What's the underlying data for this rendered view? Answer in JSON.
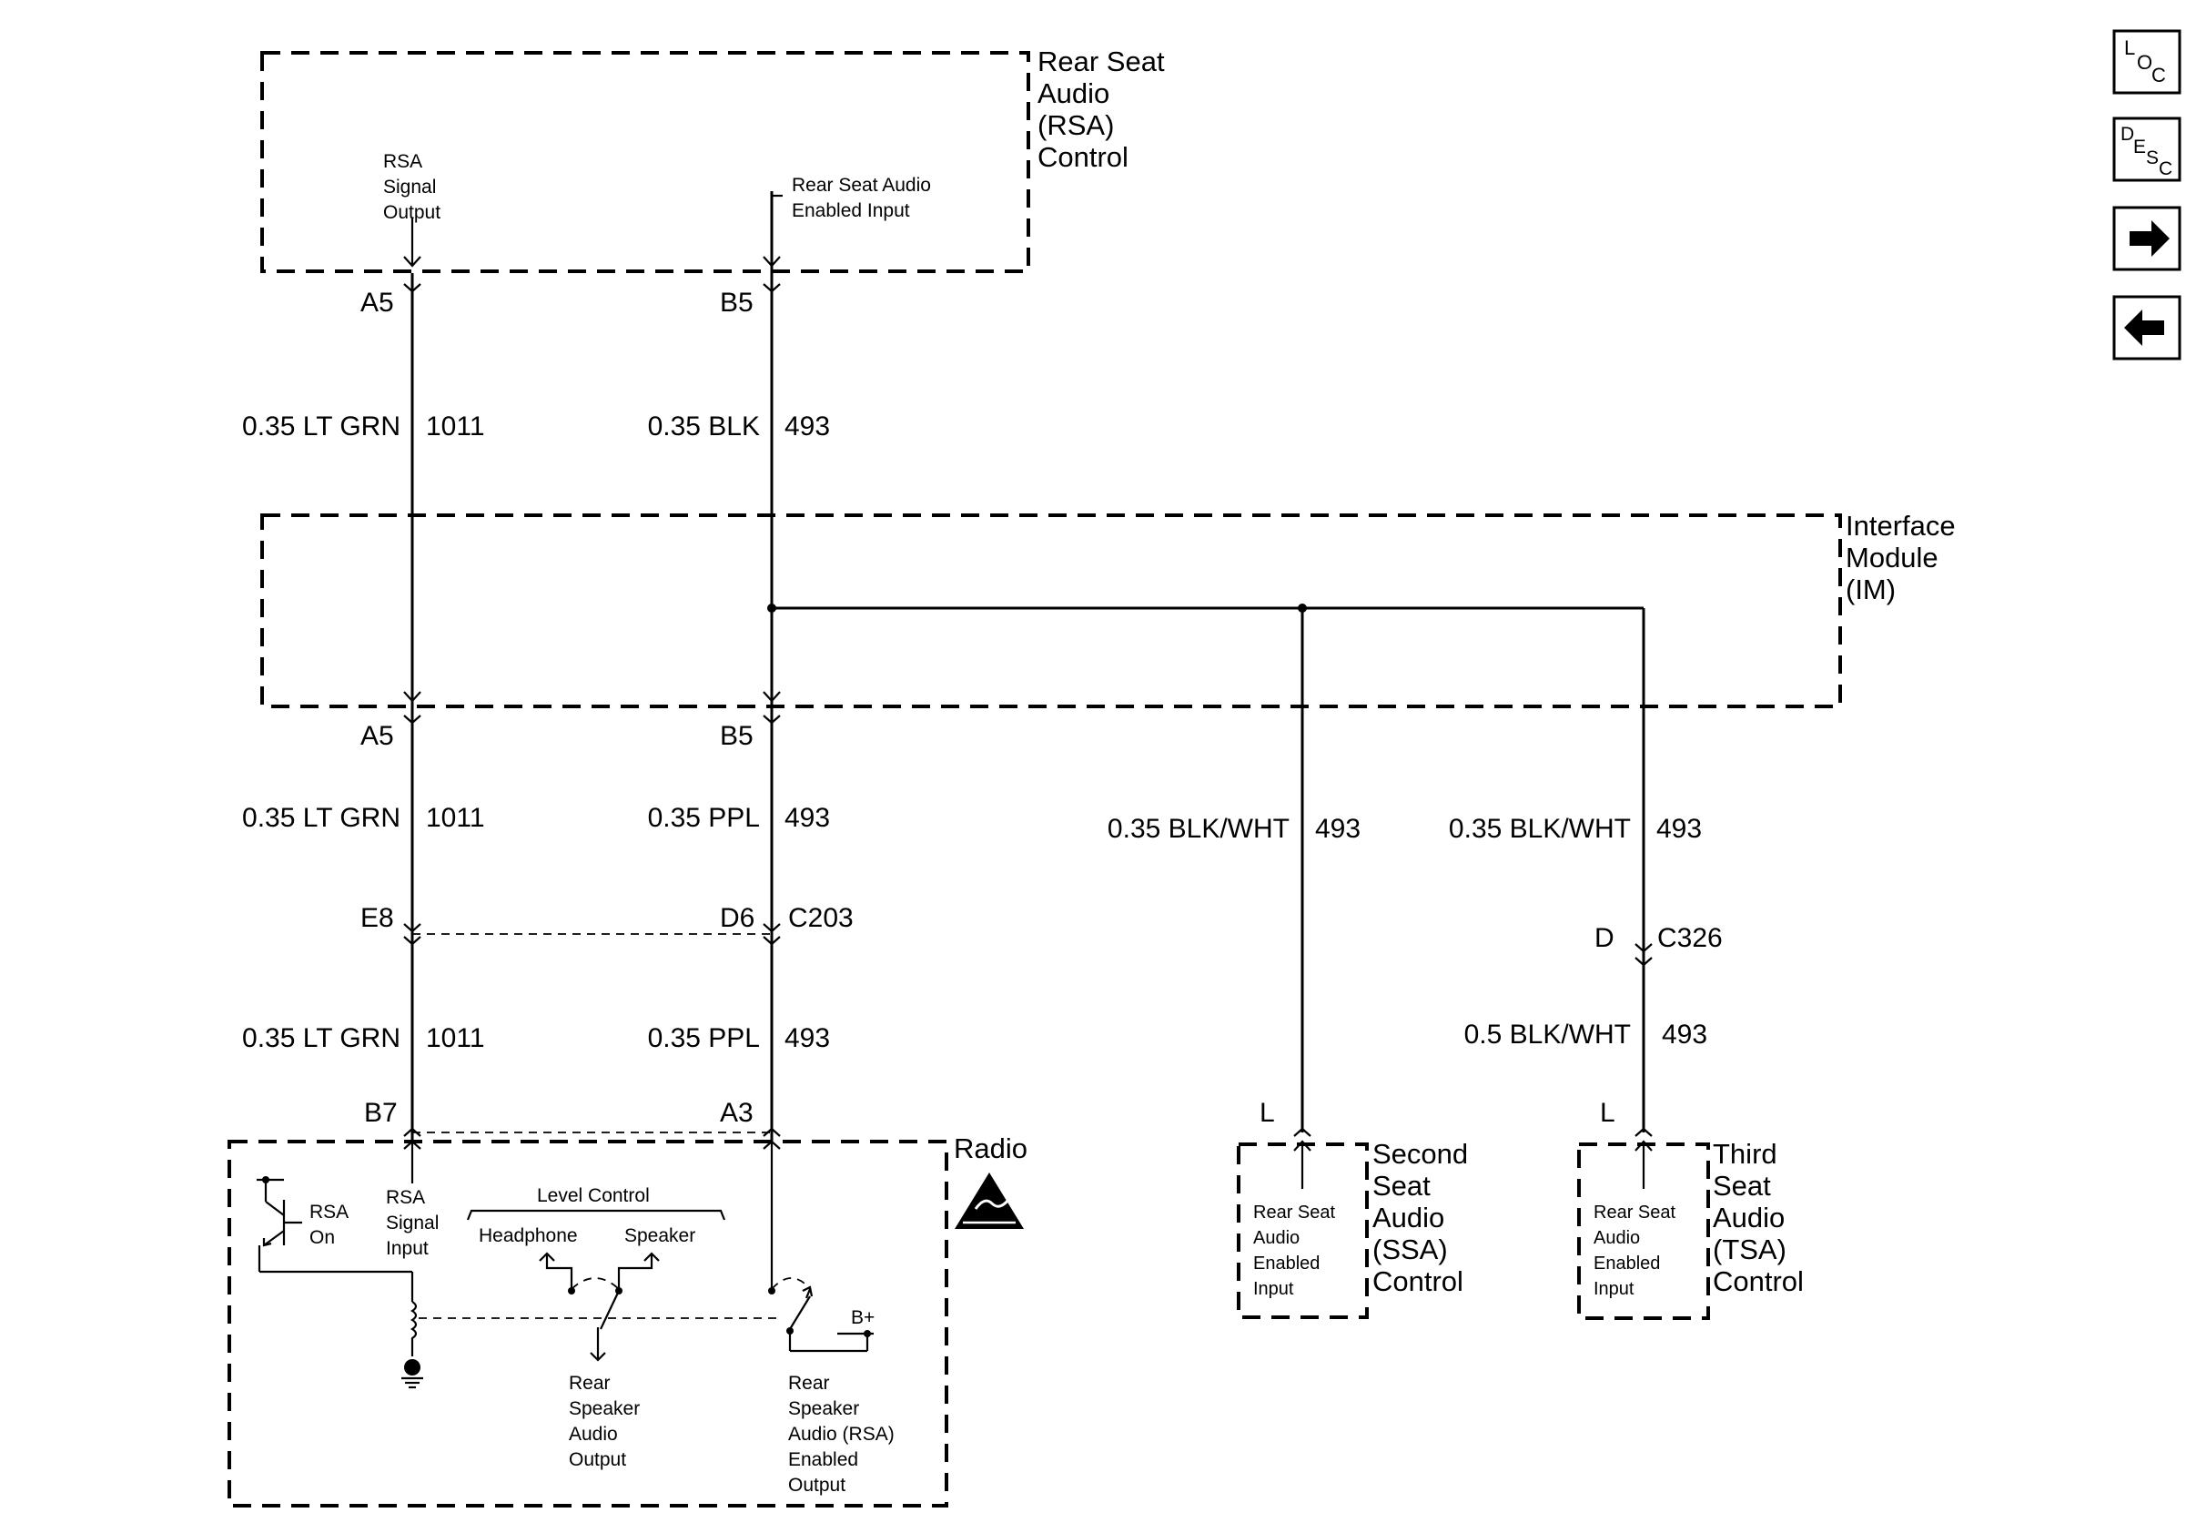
{
  "components": {
    "rsa_control": [
      "Rear Seat",
      "Audio",
      "(RSA)",
      "Control"
    ],
    "interface_module": [
      "Interface",
      "Module",
      "(IM)"
    ],
    "radio": "Radio",
    "ssa_control": [
      "Second",
      "Seat",
      "Audio",
      "(SSA)",
      "Control"
    ],
    "tsa_control": [
      "Third",
      "Seat",
      "Audio",
      "(TSA)",
      "Control"
    ]
  },
  "internal_labels": {
    "rsa_signal_output": [
      "RSA",
      "Signal",
      "Output"
    ],
    "rsa_enabled_input": [
      "Rear Seat Audio",
      "Enabled Input"
    ],
    "rsa_on": [
      "RSA",
      "On"
    ],
    "rsa_signal_input": [
      "RSA",
      "Signal",
      "Input"
    ],
    "level_control": "Level Control",
    "headphone": "Headphone",
    "speaker": "Speaker",
    "rear_speaker_audio_output": [
      "Rear",
      "Speaker",
      "Audio",
      "Output"
    ],
    "rear_speaker_rsa_enabled_output": [
      "Rear",
      "Speaker",
      "Audio (RSA)",
      "Enabled",
      "Output"
    ],
    "b_plus": "B+",
    "ssa_enabled_input": [
      "Rear Seat",
      "Audio",
      "Enabled",
      "Input"
    ],
    "tsa_enabled_input": [
      "Rear Seat",
      "Audio",
      "Enabled",
      "Input"
    ]
  },
  "pins": {
    "rsa_a5": "A5",
    "rsa_b5": "B5",
    "im_a5": "A5",
    "im_b5": "B5",
    "c203_e8": "E8",
    "c203_d6": "D6",
    "c203": "C203",
    "radio_b7": "B7",
    "radio_a3": "A3",
    "c326_d": "D",
    "c326": "C326",
    "ssa_l": "L",
    "tsa_l": "L"
  },
  "wires": {
    "w1_color": "0.35 LT GRN",
    "w1_circuit": "1011",
    "w2_color": "0.35 BLK",
    "w2_circuit": "493",
    "w3_color": "0.35 LT GRN",
    "w3_circuit": "1011",
    "w4_color": "0.35 PPL",
    "w4_circuit": "493",
    "w5_color": "0.35 BLK/WHT",
    "w5_circuit": "493",
    "w6_color": "0.35 BLK/WHT",
    "w6_circuit": "493",
    "w7_color": "0.35 LT GRN",
    "w7_circuit": "1011",
    "w8_color": "0.35 PPL",
    "w8_circuit": "493",
    "w9_color": "0.5 BLK/WHT",
    "w9_circuit": "493"
  },
  "nav": {
    "loc": [
      "L",
      "O",
      "C"
    ],
    "desc": [
      "D",
      "E",
      "S",
      "C"
    ]
  }
}
